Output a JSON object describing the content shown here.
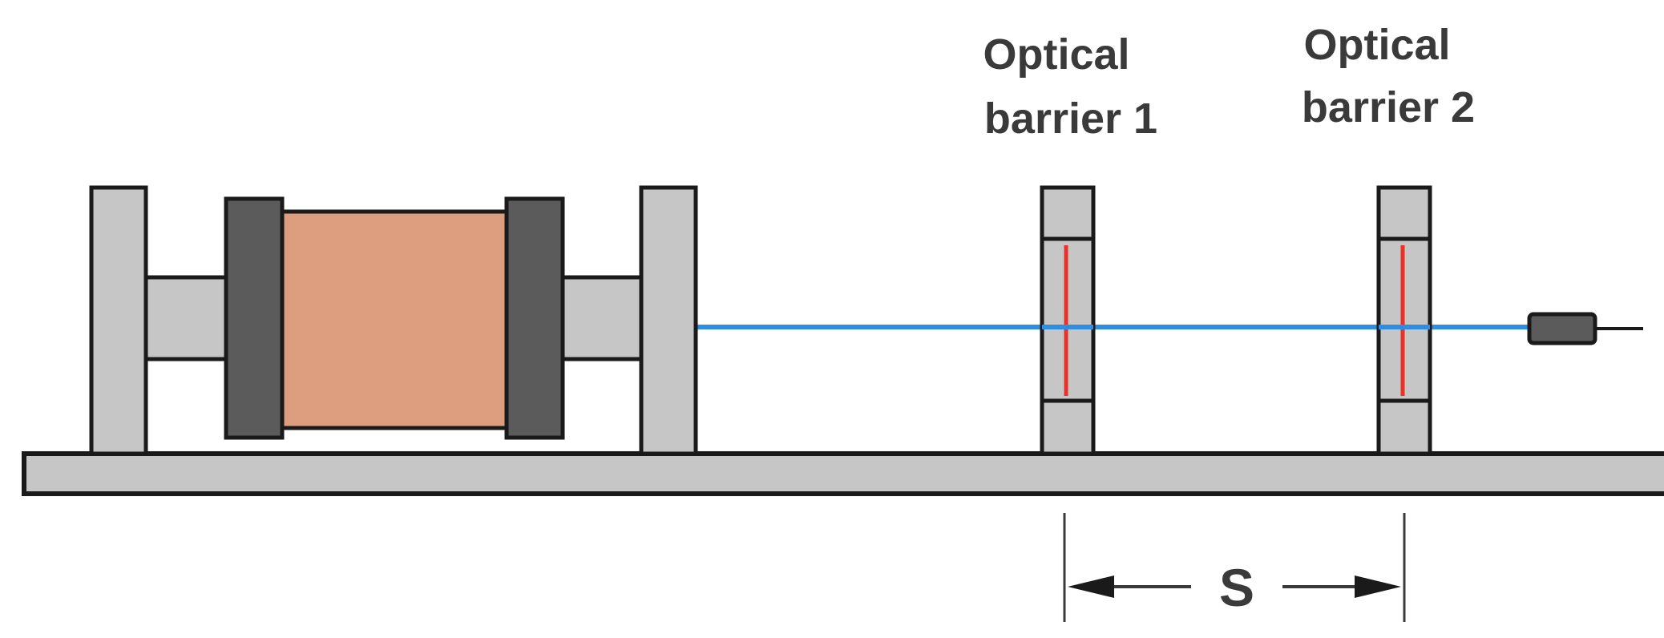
{
  "barrier_1": {
    "line1": "Optical",
    "line2": "barrier 1"
  },
  "barrier_2": {
    "line1": "Optical",
    "line2": "barrier 2"
  },
  "distance_label": "S",
  "colors": {
    "frame_light": "#c6c6c6",
    "clamp_dark": "#5b5b5b",
    "sample": "#dc9e7e",
    "laser_beam": "#2f8de4",
    "barrier_light": "#e8322a",
    "outline": "#1a1a1a",
    "text": "#3a3a3a"
  }
}
